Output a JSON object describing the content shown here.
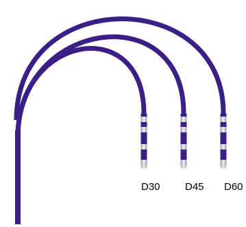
{
  "diagram": {
    "shaft_color": "#3b1f86",
    "band_color": "#ffffff",
    "tip_color": "#e4e4ea",
    "catheters": [
      {
        "label": "D30"
      },
      {
        "label": "D45"
      },
      {
        "label": "D60"
      }
    ]
  }
}
